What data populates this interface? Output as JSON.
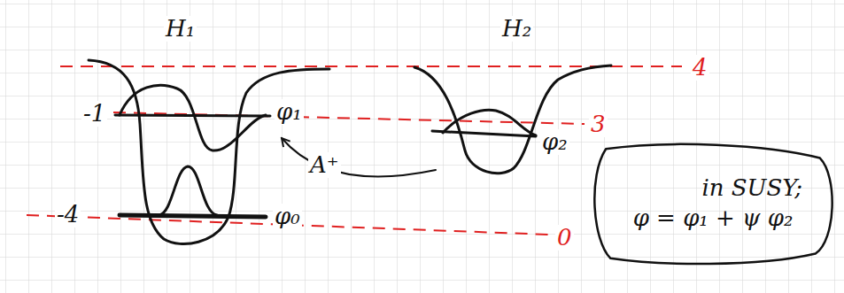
{
  "diagram": {
    "nodes": [
      {
        "text": [
          "in SUSY;",
          "φ = φ₁ + ψ φ₂"
        ]
      }
    ],
    "labels": [
      "H₁",
      "H₂",
      "-1",
      "φ₁",
      "A⁺",
      "φ₂",
      "-4",
      "φ₀",
      "4",
      "3",
      "0"
    ]
  }
}
